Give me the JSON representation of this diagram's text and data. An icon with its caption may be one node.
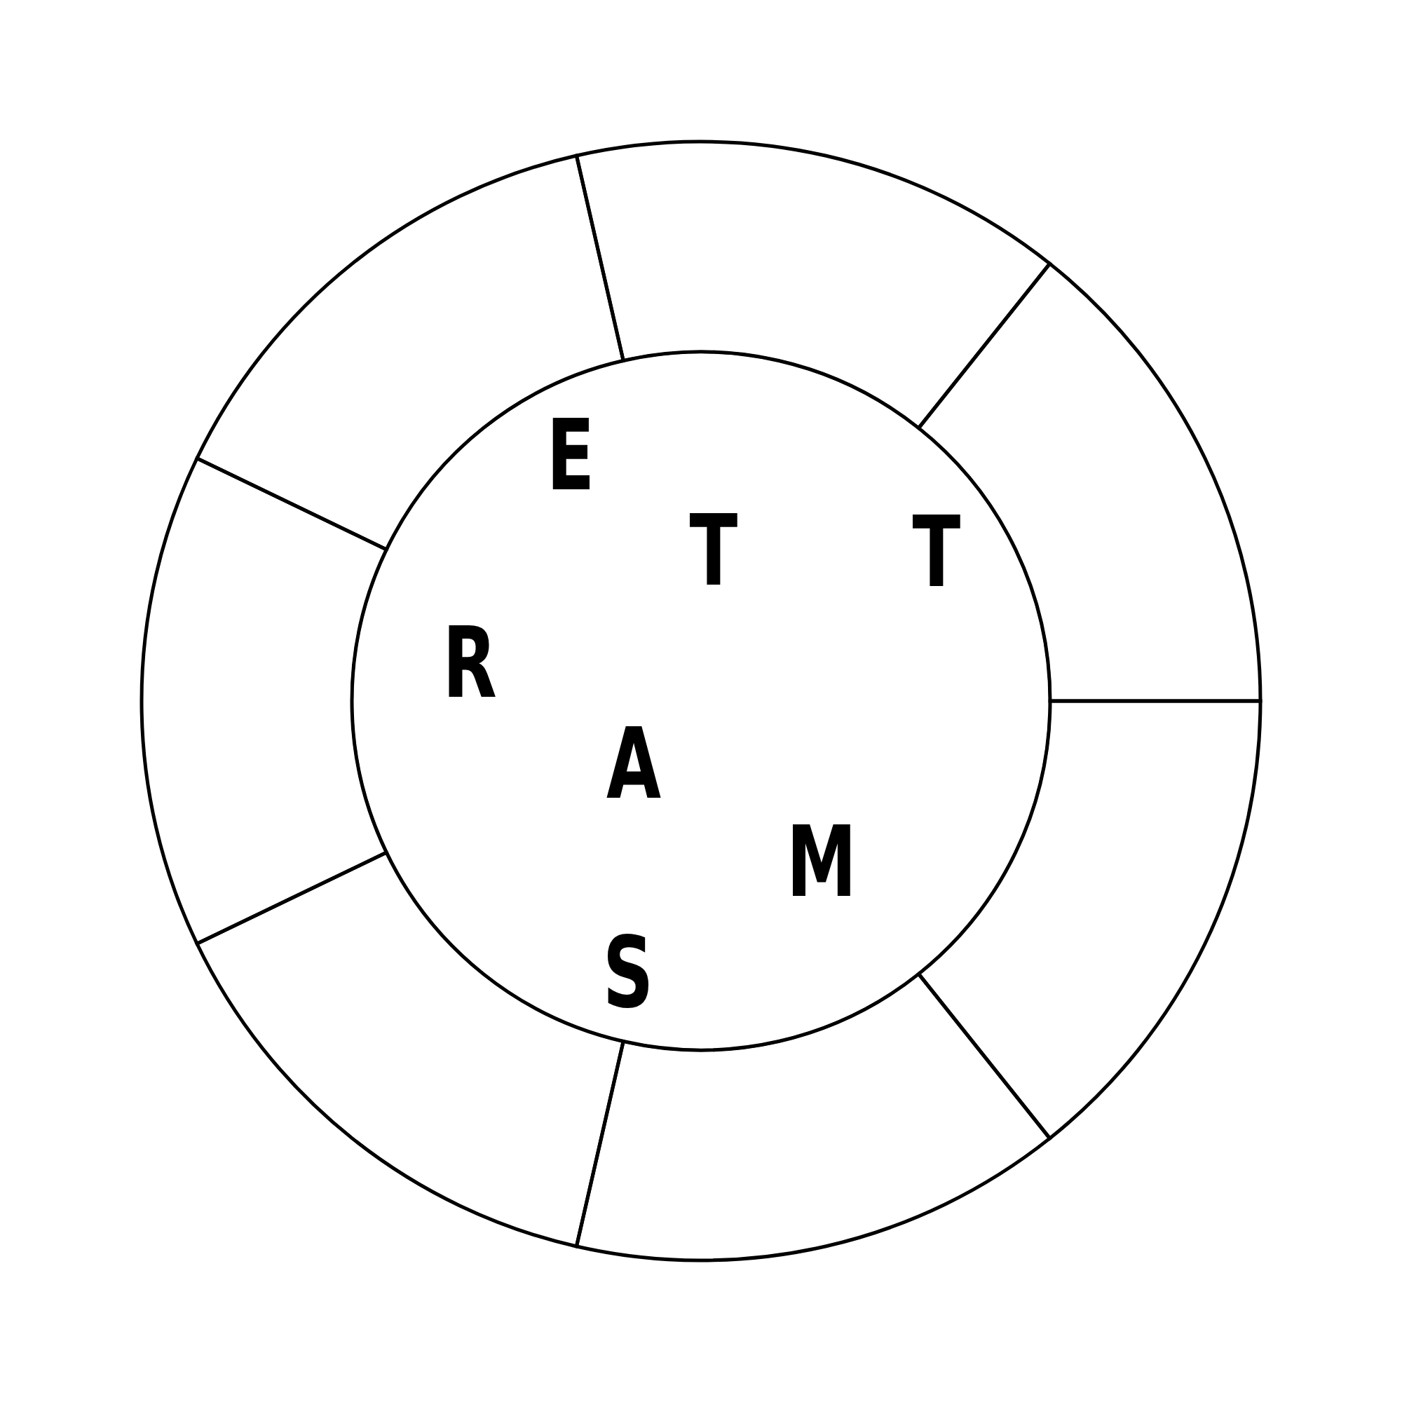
{
  "diagram": {
    "nodes": [
      {
        "text": [
          "E",
          "T",
          "T",
          "R",
          "A",
          "M",
          "S"
        ]
      },
      {
        "text": [],
        "shape": "sector"
      },
      {
        "text": [],
        "shape": "sector"
      },
      {
        "text": [],
        "shape": "sector"
      },
      {
        "text": [],
        "shape": "sector"
      },
      {
        "text": [],
        "shape": "sector"
      },
      {
        "text": [],
        "shape": "sector"
      },
      {
        "text": [],
        "shape": "sector"
      }
    ]
  }
}
